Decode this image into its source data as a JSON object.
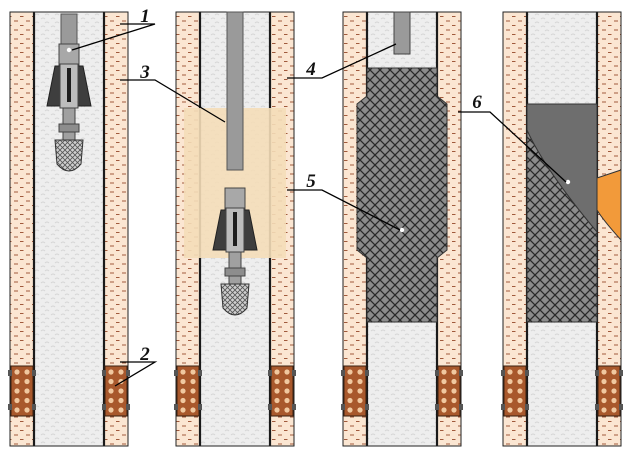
{
  "callouts": [
    {
      "label": "1"
    },
    {
      "label": "2"
    },
    {
      "label": "3"
    },
    {
      "label": "4"
    },
    {
      "label": "5"
    },
    {
      "label": "6"
    }
  ],
  "panel_count": 4,
  "colors": {
    "rock": "#fbe6d2",
    "rock_dash": "#a05a3c",
    "well_wall": "#1a1a1a",
    "bore_fill": "#eeeeee",
    "expanded_zone": "#f4ddb8",
    "cement": "#8c8c8c",
    "cement_hatch": "#2a2a2a",
    "tool_gray": "#9a9a9a",
    "whipstock": "#6e6e6e",
    "sidetrack": "#f29a3a",
    "perforation": "#a8582c",
    "perf_dots": "#f0c8a0",
    "leader": "#000000"
  }
}
